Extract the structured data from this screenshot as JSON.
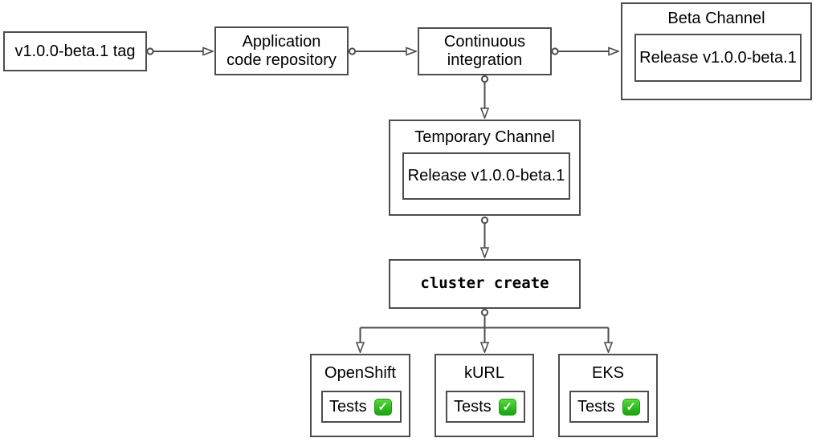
{
  "diagram": {
    "type": "flowchart",
    "colors": {
      "background": "#ffffff",
      "stroke": "#4d4d4d",
      "text": "#000000",
      "check_green": "#2cbc1e",
      "check_mark_color": "#ffffff"
    },
    "check_glyph": "✓",
    "nodes": {
      "tag": {
        "label": "v1.0.0-beta.1 tag"
      },
      "app_repo": {
        "label": "Application code repository"
      },
      "ci": {
        "label": "Continuous integration"
      },
      "beta_channel": {
        "title": "Beta Channel",
        "release": "Release v1.0.0-beta.1"
      },
      "temp_channel": {
        "title": "Temporary Channel",
        "release": "Release v1.0.0-beta.1"
      },
      "cluster_create": {
        "label": "cluster create"
      },
      "openshift": {
        "title": "OpenShift",
        "tests_label": "Tests",
        "tests_status": "passed"
      },
      "kurl": {
        "title": "kURL",
        "tests_label": "Tests",
        "tests_status": "passed"
      },
      "eks": {
        "title": "EKS",
        "tests_label": "Tests",
        "tests_status": "passed"
      }
    },
    "edges": [
      {
        "from": "tag",
        "to": "app_repo"
      },
      {
        "from": "app_repo",
        "to": "ci"
      },
      {
        "from": "ci",
        "to": "beta_channel"
      },
      {
        "from": "ci",
        "to": "temp_channel"
      },
      {
        "from": "temp_channel",
        "to": "cluster_create"
      },
      {
        "from": "cluster_create",
        "to": "openshift"
      },
      {
        "from": "cluster_create",
        "to": "kurl"
      },
      {
        "from": "cluster_create",
        "to": "eks"
      }
    ]
  }
}
